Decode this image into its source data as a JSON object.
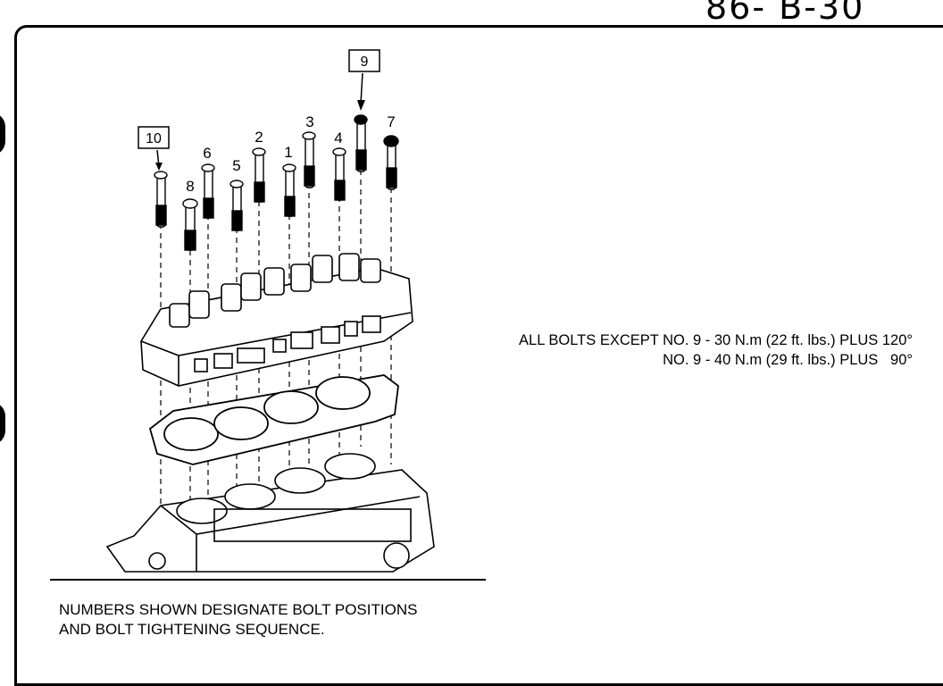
{
  "corner_code": "86- B-30",
  "bolt_numbers": {
    "b1": "1",
    "b2": "2",
    "b3": "3",
    "b4": "4",
    "b5": "5",
    "b6": "6",
    "b7": "7",
    "b8": "8",
    "b9": "9",
    "b10": "10"
  },
  "torque_spec": {
    "line1": "ALL BOLTS EXCEPT NO. 9 - 30 N.m (22 ft. lbs.) PLUS 120°",
    "line2": "NO. 9 - 40 N.m (29 ft. lbs.) PLUS   90°"
  },
  "footnote": {
    "line1": "NUMBERS SHOWN DESIGNATE BOLT POSITIONS",
    "line2": "AND BOLT TIGHTENING SEQUENCE."
  }
}
